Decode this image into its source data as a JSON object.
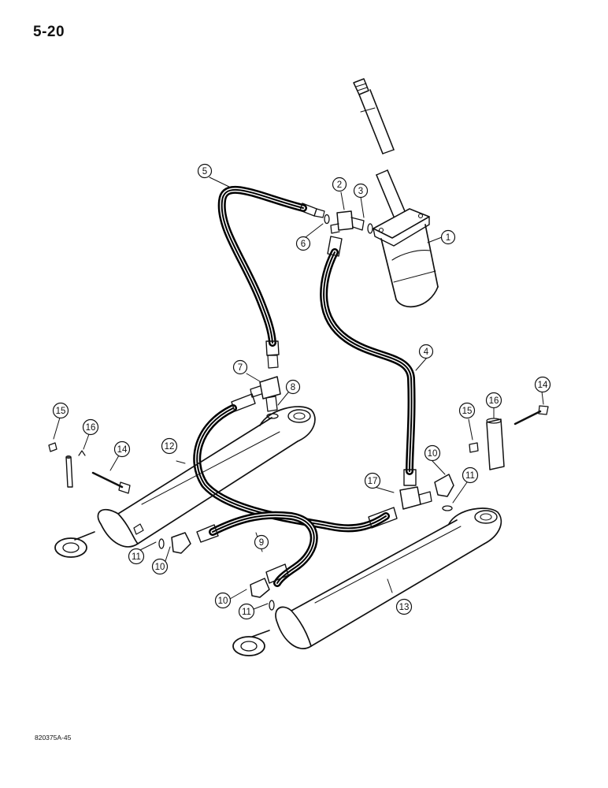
{
  "page": {
    "page_number": "5-20",
    "figure_code": "820375A-45"
  },
  "callouts": [
    {
      "id": "c1",
      "label": "1"
    },
    {
      "id": "c2",
      "label": "2"
    },
    {
      "id": "c3",
      "label": "3"
    },
    {
      "id": "c4",
      "label": "4"
    },
    {
      "id": "c5",
      "label": "5"
    },
    {
      "id": "c6",
      "label": "6"
    },
    {
      "id": "c7",
      "label": "7"
    },
    {
      "id": "c8",
      "label": "8"
    },
    {
      "id": "c9",
      "label": "9"
    },
    {
      "id": "c10a",
      "label": "10"
    },
    {
      "id": "c10b",
      "label": "10"
    },
    {
      "id": "c10c",
      "label": "10"
    },
    {
      "id": "c11a",
      "label": "11"
    },
    {
      "id": "c11b",
      "label": "11"
    },
    {
      "id": "c11c",
      "label": "11"
    },
    {
      "id": "c12",
      "label": "12"
    },
    {
      "id": "c13",
      "label": "13"
    },
    {
      "id": "c14a",
      "label": "14"
    },
    {
      "id": "c14b",
      "label": "14"
    },
    {
      "id": "c15a",
      "label": "15"
    },
    {
      "id": "c15b",
      "label": "15"
    },
    {
      "id": "c16a",
      "label": "16"
    },
    {
      "id": "c16b",
      "label": "16"
    },
    {
      "id": "c17",
      "label": "17"
    }
  ]
}
